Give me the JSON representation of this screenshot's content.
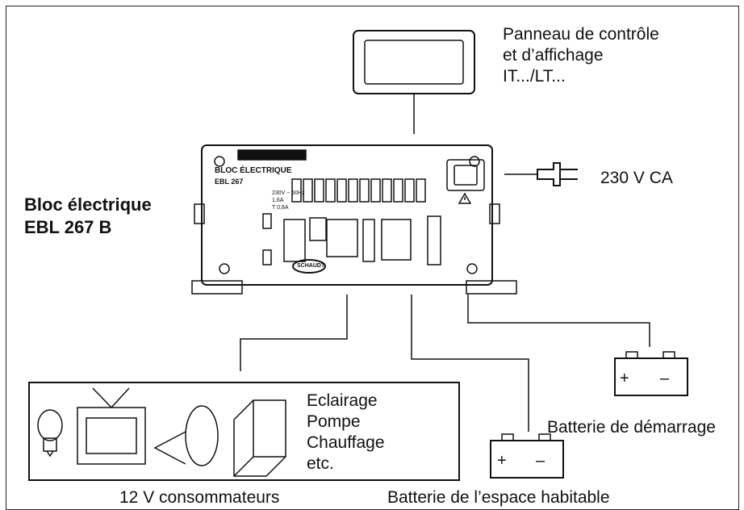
{
  "panel": {
    "label_lines": [
      "Panneau de contrôle",
      "et d’affichage",
      "IT.../LT..."
    ]
  },
  "bloc": {
    "label_lines": [
      "Bloc électrique",
      "EBL 267 B"
    ],
    "title_on_unit": "BLOC ÉLECTRIQUE",
    "model_on_unit": "EBL 267",
    "rating_on_unit": [
      "230V ~ 50Hz",
      "1,6A",
      "T 0,8A"
    ],
    "brand_badge": "SCHAUDT"
  },
  "mains": {
    "label": "230 V CA"
  },
  "loads": {
    "items": [
      "Eclairage",
      "Pompe",
      "Chauffage",
      "etc."
    ],
    "caption": "12 V consommateurs"
  },
  "starter_battery": {
    "label": "Batterie de démarrage",
    "plus": "+",
    "minus": "–"
  },
  "house_battery": {
    "label": "Batterie de l’espace habitable",
    "plus": "+",
    "minus": "–"
  },
  "colors": {
    "line": "#111111",
    "background": "#ffffff"
  }
}
